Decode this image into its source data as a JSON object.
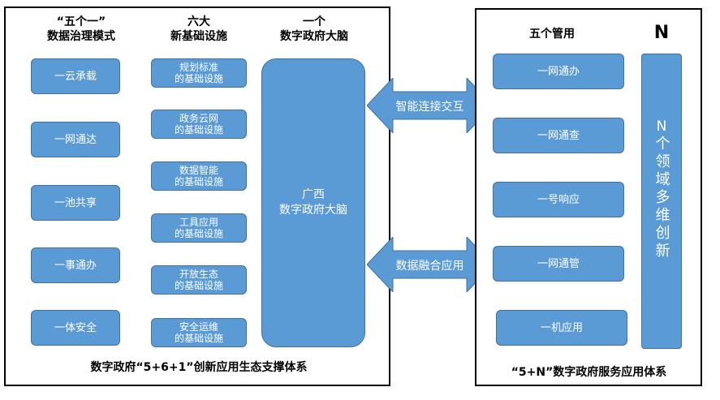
{
  "left": {
    "col1_title": [
      "“五个一”",
      "数据治理模式"
    ],
    "col2_title": [
      "六大",
      "新基础设施"
    ],
    "col3_title": [
      "一个",
      "数字政府大脑"
    ],
    "col1_items": [
      "一云承载",
      "一网通达",
      "一池共享",
      "一事通办",
      "一体安全"
    ],
    "col2_items": [
      [
        "规划标准",
        "的基础设施"
      ],
      [
        "政务云网",
        "的基础设施"
      ],
      [
        "数据智能",
        "的基础设施"
      ],
      [
        "工具应用",
        "的基础设施"
      ],
      [
        "开放生态",
        "的基础设施"
      ],
      [
        "安全运维",
        "的基础设施"
      ]
    ],
    "brain": [
      "广西",
      "数字政府大脑"
    ],
    "footer": "数字政府“5+6+1”创新应用生态支撑体系"
  },
  "arrows": {
    "top": "智能连接交互",
    "bottom": "数据融合应用"
  },
  "right": {
    "title_left": "五个管用",
    "title_right": "N",
    "items": [
      "一网通办",
      "一网通查",
      "一号响应",
      "一网通管",
      "一机应用"
    ],
    "n_box_top": "N",
    "n_box_text": "个领域多维创新",
    "footer": "“5+N”数字政府服务应用体系"
  },
  "colors": {
    "box_fill": "#5b9bd5",
    "box_border": "#41719c"
  }
}
